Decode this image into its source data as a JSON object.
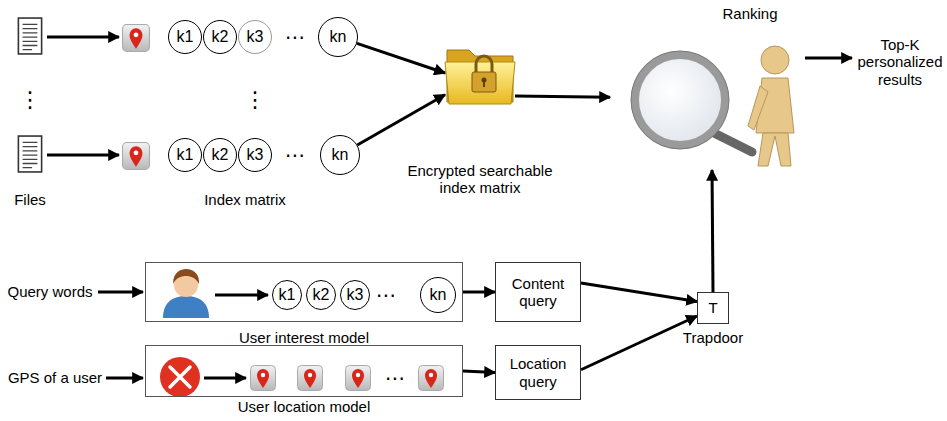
{
  "diagram": {
    "nodes": [
      {
        "text": [
          "k1"
        ]
      },
      {
        "text": [
          "k2"
        ]
      },
      {
        "text": [
          "k3"
        ]
      },
      {
        "text": [
          "kn"
        ]
      },
      {
        "text": [
          "k1"
        ]
      },
      {
        "text": [
          "k2"
        ]
      },
      {
        "text": [
          "k3"
        ]
      },
      {
        "text": [
          "kn"
        ]
      },
      {
        "text": [
          "Encrypted searchable index matrix"
        ]
      },
      {
        "text": [
          "Ranking"
        ]
      },
      {
        "text": [
          "User interest model"
        ]
      },
      {
        "text": [
          "k1"
        ],
        "in": 10
      },
      {
        "text": [
          "k2"
        ],
        "in": 10
      },
      {
        "text": [
          "k3"
        ],
        "in": 10
      },
      {
        "text": [
          "kn"
        ],
        "in": 10
      },
      {
        "text": [
          "Content query"
        ]
      },
      {
        "text": [
          "T",
          "Trapdoor"
        ]
      },
      {
        "text": [
          "User location model"
        ]
      },
      {
        "text": [
          "Location query"
        ]
      }
    ],
    "edges": [
      {
        "from": 3,
        "to": 8,
        "arrow": "to"
      },
      {
        "from": 7,
        "to": 8,
        "arrow": "to"
      },
      {
        "from": 8,
        "to": 9,
        "arrow": "to"
      },
      {
        "from": 10,
        "to": 15,
        "arrow": "to"
      },
      {
        "from": 17,
        "to": 18,
        "arrow": "to"
      },
      {
        "from": 15,
        "to": 16,
        "arrow": "to"
      },
      {
        "from": 18,
        "to": 16,
        "arrow": "to"
      },
      {
        "from": 16,
        "to": 9,
        "arrow": "to"
      }
    ],
    "labels": [
      "⋯",
      "⋮",
      "⋮",
      "⋯",
      "Files",
      "Index matrix",
      "Top-K personalized results",
      "Query words",
      "⋯",
      "GPS of a user",
      "⋯"
    ]
  }
}
